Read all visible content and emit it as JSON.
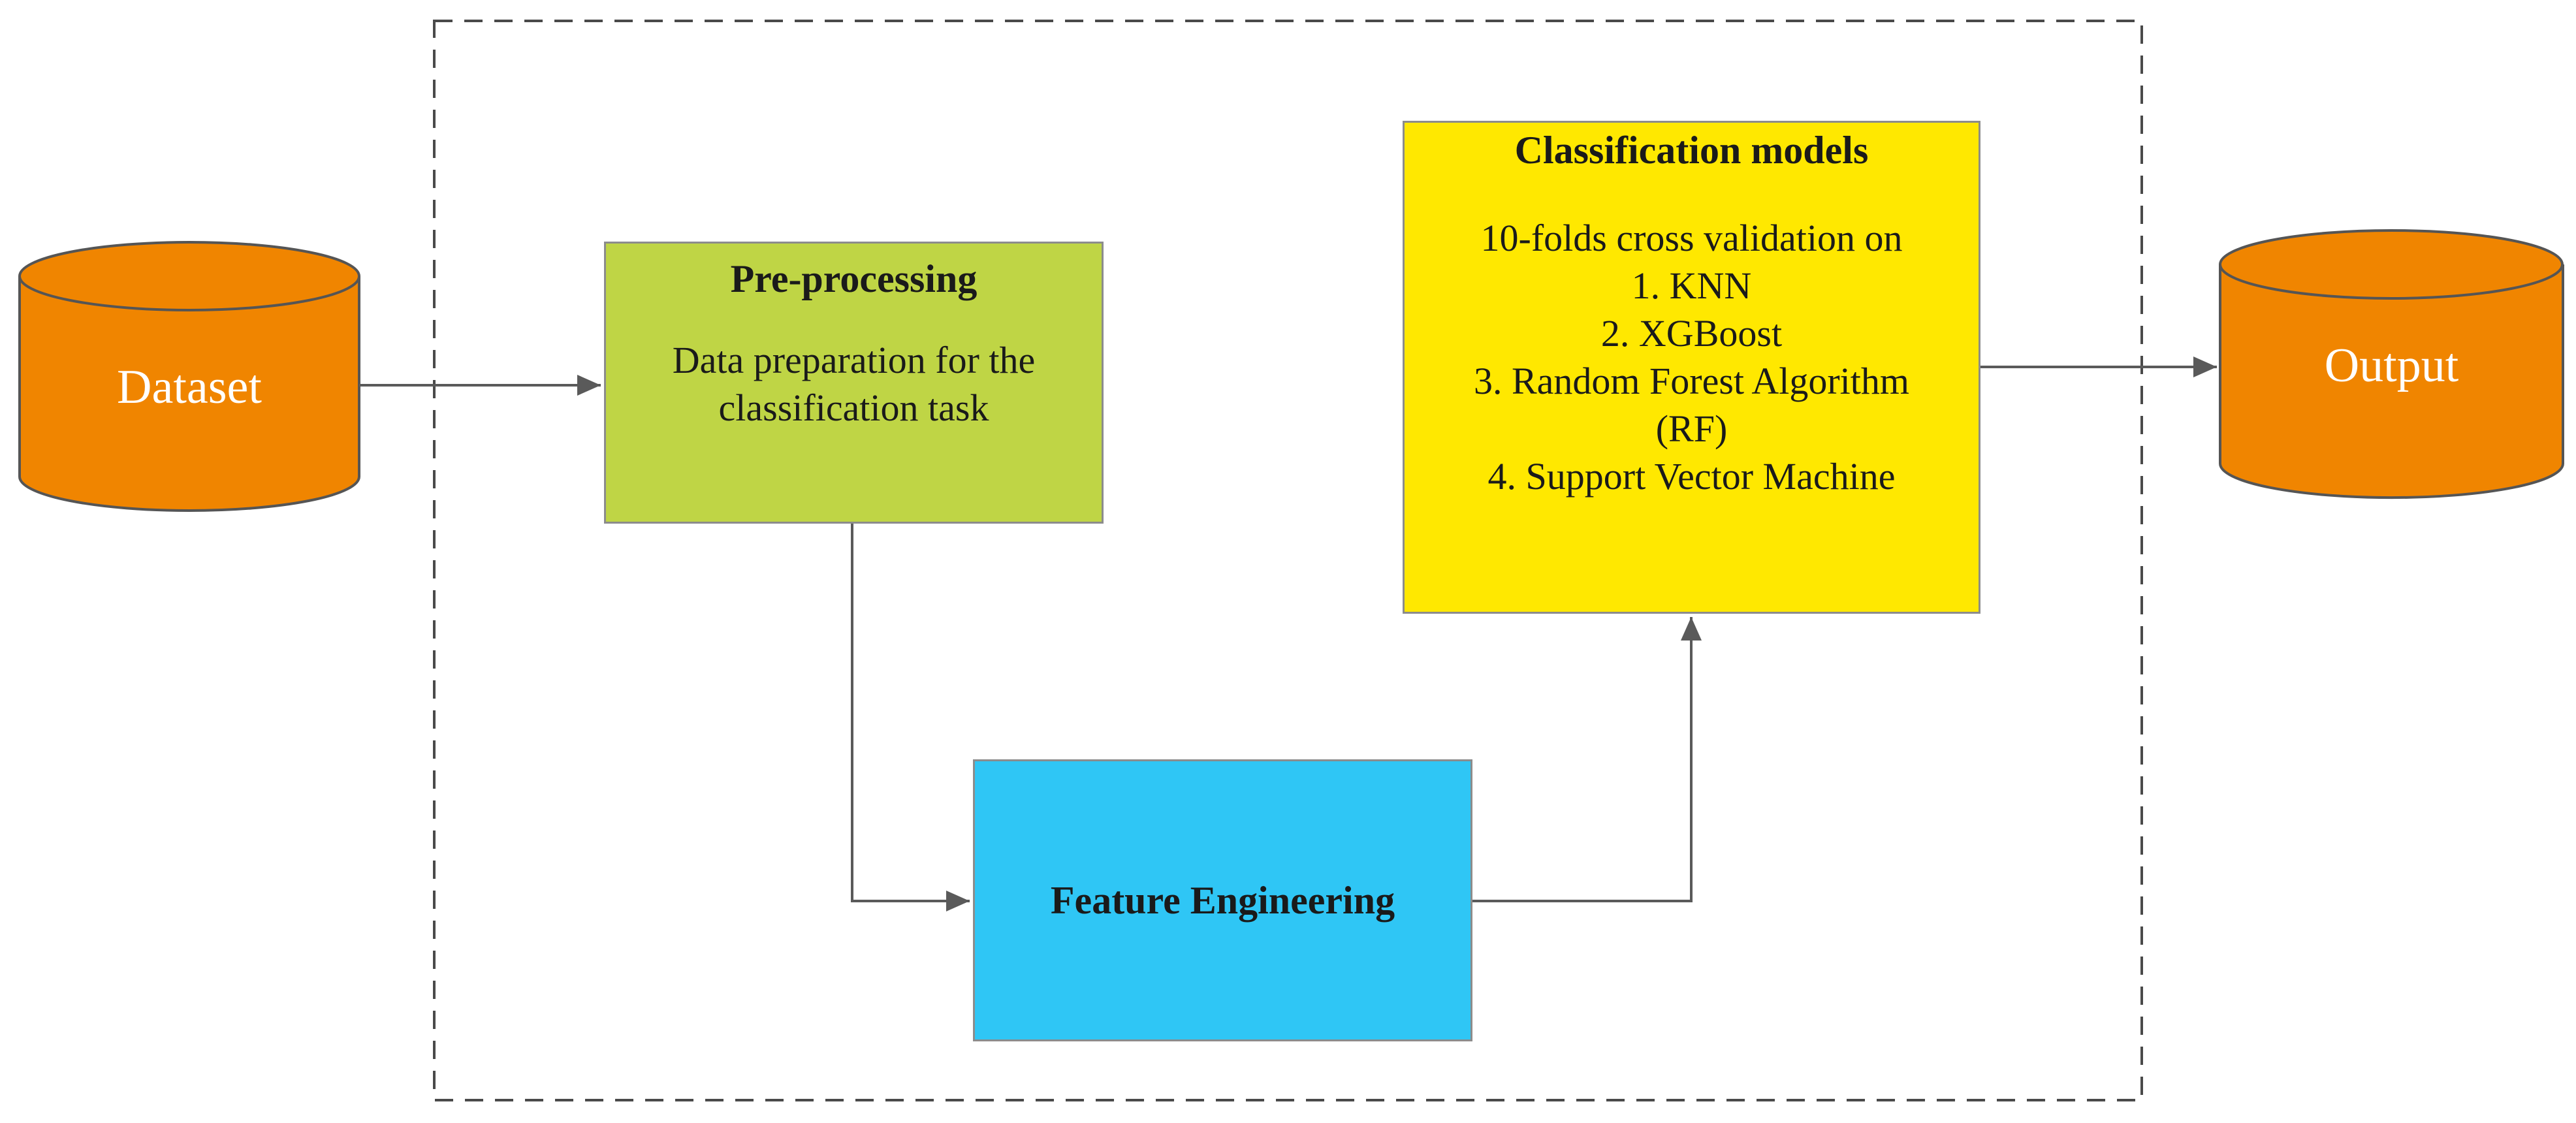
{
  "nodes": {
    "dataset": {
      "label": "Dataset",
      "color": "#f08500"
    },
    "preprocessing": {
      "title": "Pre-processing",
      "body_lines": [
        "Data preparation for the",
        "classification task"
      ],
      "color": "#bfd545"
    },
    "feature_engineering": {
      "title": "Feature Engineering",
      "color": "#2fc6f5"
    },
    "classification_models": {
      "title": "Classification models",
      "body_lines": [
        "10-folds cross validation on",
        "1. KNN",
        "2. XGBoost",
        "3. Random Forest Algorithm",
        "(RF)",
        "4. Support Vector Machine"
      ],
      "color": "#ffe800"
    },
    "output": {
      "label": "Output",
      "color": "#f08500"
    }
  },
  "edges": [
    {
      "from": "dataset",
      "to": "preprocessing"
    },
    {
      "from": "preprocessing",
      "to": "feature_engineering"
    },
    {
      "from": "feature_engineering",
      "to": "classification_models"
    },
    {
      "from": "classification_models",
      "to": "output"
    }
  ],
  "colors": {
    "edge": "#5a5a5a",
    "border": "#8c8c8c",
    "container_dash": "#4a4a4a"
  }
}
